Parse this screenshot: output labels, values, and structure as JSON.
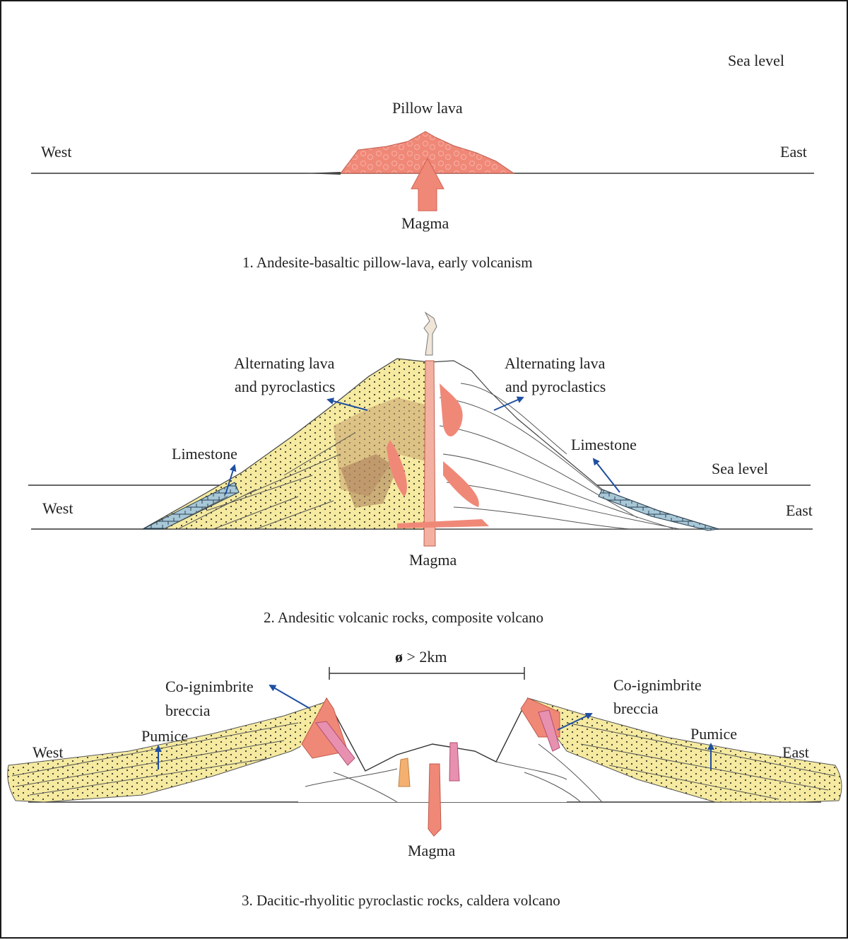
{
  "panel1": {
    "sea_level": "Sea level",
    "west": "West",
    "east": "East",
    "pillow_lava": "Pillow lava",
    "magma": "Magma",
    "caption": "1. Andesite-basaltic pillow-lava, early volcanism"
  },
  "panel2": {
    "alt_left_1": "Alternating lava",
    "alt_left_2": "and pyroclastics",
    "alt_right_1": "Alternating lava",
    "alt_right_2": "and pyroclastics",
    "limestone_left": "Limestone",
    "limestone_right": "Limestone",
    "sea_level": "Sea level",
    "west": "West",
    "east": "East",
    "magma": "Magma",
    "caption": "2. Andesitic volcanic rocks, composite volcano"
  },
  "panel3": {
    "diameter_symbol": "ø",
    "diameter_text": " > 2km",
    "breccia_left_1": "Co-ignimbrite",
    "breccia_left_2": "breccia",
    "breccia_right_1": "Co-ignimbrite",
    "breccia_right_2": "breccia",
    "pumice_left": "Pumice",
    "pumice_right": "Pumice",
    "west": "West",
    "east": "East",
    "magma": "Magma",
    "caption": "3. Dacitic-rhyolitic pyroclastic rocks, caldera volcano"
  },
  "colors": {
    "lava": "#f08878",
    "yellow": "#f5eaa0",
    "limestone": "#a8c8d8",
    "arrow": "#1f4fa0",
    "pink": "#e890b0",
    "orange": "#f4b070"
  }
}
